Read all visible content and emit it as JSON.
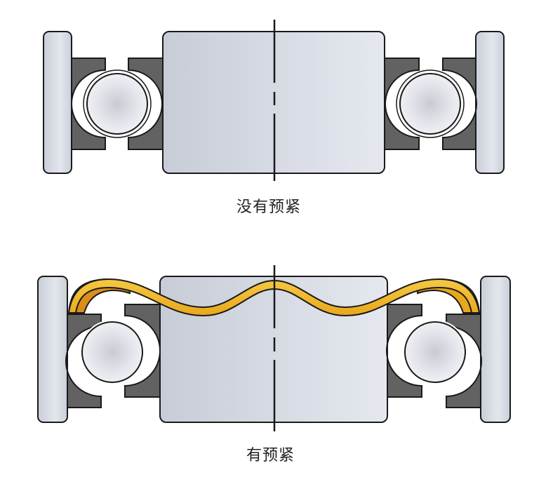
{
  "diagrams": [
    {
      "id": "no-preload",
      "label": "没有预紧",
      "preload": false
    },
    {
      "id": "with-preload",
      "label": "有预紧",
      "preload": true
    }
  ],
  "colors": {
    "plate": "#d4d8e0",
    "race": "#626262",
    "shaft": "#d2d6df",
    "ball": "#dde0e7",
    "outline": "#1a1a1a",
    "spring_front": "#f2b827",
    "spring_back": "#d98e1c"
  }
}
